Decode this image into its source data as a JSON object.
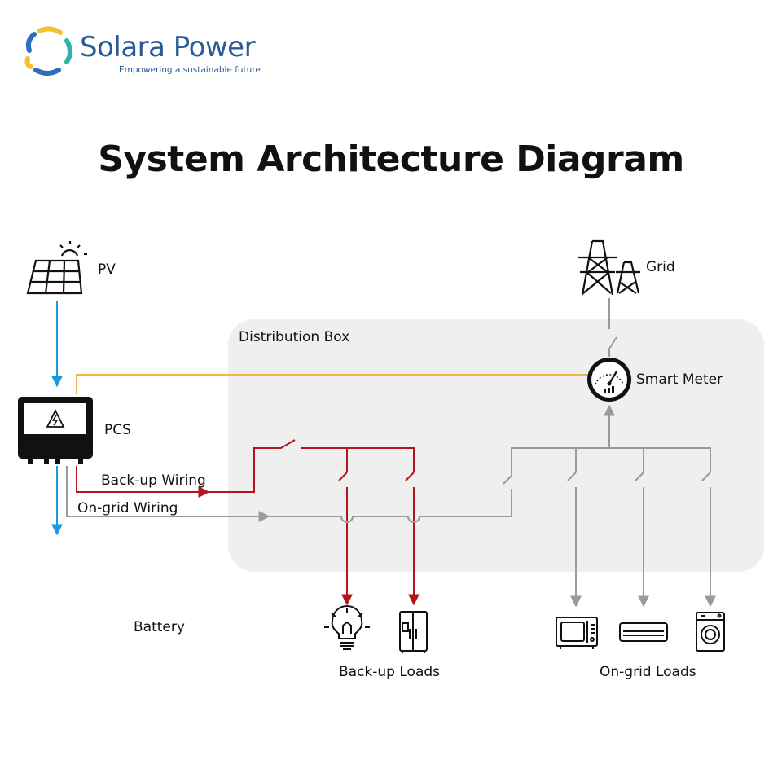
{
  "brand": {
    "name": "Solara Power",
    "tagline": "Empowering a sustainable future"
  },
  "title": "System Architecture Diagram",
  "nodes": {
    "pv": "PV",
    "grid": "Grid",
    "distribution_box": "Distribution Box",
    "smart_meter": "Smart Meter",
    "pcs": "PCS",
    "battery": "Battery",
    "backup_loads": "Back-up Loads",
    "ongrid_loads": "On-grid Loads"
  },
  "wiring": {
    "backup": "Back-up Wiring",
    "ongrid": "On-grid Wiring"
  },
  "colors": {
    "brand_blue": "#2d5a96",
    "dc_blue": "#1a9be0",
    "backup_red": "#b3151b",
    "ongrid_gray": "#9a9a9a",
    "comm_orange": "#f0b44c",
    "box_fill": "#efefef"
  },
  "icons": [
    "solar-panel-icon",
    "transmission-tower-icon",
    "smart-meter-icon",
    "pcs-inverter-icon",
    "light-bulb-icon",
    "refrigerator-icon",
    "microwave-icon",
    "air-conditioner-icon",
    "washing-machine-icon"
  ]
}
